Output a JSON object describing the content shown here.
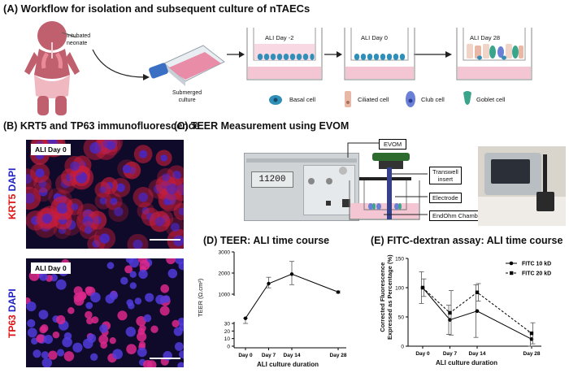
{
  "panel_a": {
    "title": "(A) Workflow for isolation and subsequent culture of nTAECs",
    "intubated_label_1": "Intubated",
    "intubated_label_2": "neonate",
    "submerged_label_1": "Submerged",
    "submerged_label_2": "culture",
    "wells": [
      {
        "label": "ALI Day -2"
      },
      {
        "label": "ALI Day 0"
      },
      {
        "label": "ALI Day 28"
      }
    ],
    "legend": [
      {
        "label": "Basal cell",
        "color": "#2f8fb8"
      },
      {
        "label": "Ciliated cell",
        "color": "#e8b7a6"
      },
      {
        "label": "Club cell",
        "color": "#6a7fd6"
      },
      {
        "label": "Goblet cell",
        "color": "#3aa58a"
      }
    ]
  },
  "panel_b": {
    "title": "(B) KRT5 and TP63 immunofluorescence",
    "images": [
      {
        "badge": "ALI Day 0",
        "marker": "KRT5",
        "stain": "DAPI"
      },
      {
        "badge": "ALI Day 0",
        "marker": "TP63",
        "stain": "DAPI"
      }
    ],
    "colors": {
      "marker": "#e01010",
      "stain": "#2020c8"
    }
  },
  "panel_c": {
    "title": "(C) TEER Measurement using EVOM",
    "display_value": "11200",
    "callouts": {
      "evom": "EVOM",
      "transwell_1": "Transwell",
      "transwell_2": "insert",
      "electrode": "Electrode",
      "chamber": "EndOhm Chamber"
    }
  },
  "panel_d": {
    "title": "(D) TEER: ALI time course",
    "chart_data": {
      "type": "line",
      "categories": [
        "Day 0",
        "Day 7",
        "Day 14",
        "Day 28"
      ],
      "x": [
        0,
        7,
        14,
        28
      ],
      "values": [
        40,
        1500,
        1950,
        1100
      ],
      "errors_low": [
        10,
        200,
        500,
        50
      ],
      "errors_high": [
        10,
        300,
        600,
        50
      ],
      "ylabel": "TEER (Ω.cm²)",
      "xlabel": "ALI culture duration",
      "y_ticks_bottom": [
        0,
        10,
        20,
        30
      ],
      "y_ticks_top": [
        1000,
        2000,
        3000
      ],
      "broken_axis": true
    }
  },
  "panel_e": {
    "title": "(E) FITC-dextran assay: ALI time course",
    "chart_data": {
      "type": "line",
      "categories": [
        "Day 0",
        "Day 7",
        "Day 14",
        "Day 28"
      ],
      "x": [
        0,
        7,
        14,
        28
      ],
      "ylim": [
        0,
        150
      ],
      "y_ticks": [
        0,
        50,
        100,
        150
      ],
      "ylabel_1": "Corrected Fluorescence",
      "ylabel_2": "Expressed as Percentage (%)",
      "xlabel": "ALI culture duration",
      "legend_position": "top-right",
      "series": [
        {
          "name": "FITC 10 kD",
          "marker": "circle",
          "values": [
            100,
            45,
            60,
            12
          ],
          "errors": [
            27,
            25,
            45,
            12
          ]
        },
        {
          "name": "FITC 20 kD",
          "marker": "square",
          "values": [
            100,
            57,
            92,
            22
          ],
          "errors": [
            15,
            38,
            15,
            18
          ]
        }
      ]
    }
  }
}
